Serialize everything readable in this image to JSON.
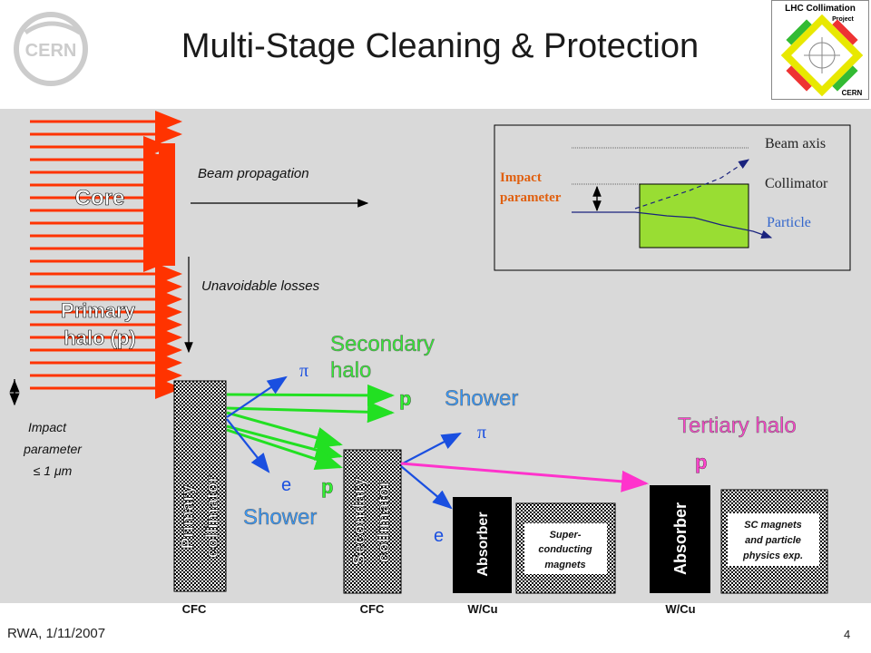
{
  "title": "Multi-Stage Cleaning & Protection",
  "footer": {
    "author_date": "RWA, 1/11/2007",
    "page_number": "4"
  },
  "logos": {
    "cern": "CERN",
    "lhc_line1": "LHC Collimation",
    "lhc_line2": "Project",
    "lhc_line3": "CERN"
  },
  "beam": {
    "core_label": "Core",
    "halo_label_line1": "Primary",
    "halo_label_line2": "halo (p)",
    "propagation_label": "Beam propagation",
    "losses_label": "Unavoidable losses",
    "impact_line1": "Impact",
    "impact_line2": "parameter",
    "impact_line3": "≤ 1 μm"
  },
  "inset": {
    "beam_axis": "Beam axis",
    "collimator": "Collimator",
    "particle": "Particle",
    "impact_line1": "Impact",
    "impact_line2": "parameter"
  },
  "labels": {
    "secondary_halo_line1": "Secondary",
    "secondary_halo_line2": "halo",
    "shower_1": "Shower",
    "shower_2": "Shower",
    "tertiary_halo": "Tertiary halo",
    "pi_1": "π",
    "pi_2": "π",
    "e_1": "e",
    "e_2": "e",
    "p_1": "p",
    "p_2": "p",
    "p_3": "p"
  },
  "components": {
    "primary_collimator_line1": "Primary",
    "primary_collimator_line2": "collimator",
    "primary_material": "CFC",
    "secondary_collimator_line1": "Secondary",
    "secondary_collimator_line2": "collimator",
    "secondary_material": "CFC",
    "absorber_1": "Absorber",
    "absorber_1_material": "W/Cu",
    "sc_magnets_line1": "Super-",
    "sc_magnets_line2": "conducting",
    "sc_magnets_line3": "magnets",
    "absorber_2": "Absorber",
    "absorber_2_material": "W/Cu",
    "sc_exp_line1": "SC magnets",
    "sc_exp_line2": "and particle",
    "sc_exp_line3": "physics exp."
  },
  "colors": {
    "beam_red": "#ff3300",
    "arrow_green": "#22e022",
    "arrow_blue": "#1a4fe0",
    "arrow_magenta": "#ff33cc",
    "label_green": "#33ee33",
    "label_blue": "#3399ff",
    "label_magenta": "#ff44cc",
    "impact_orange": "#e06010",
    "collimator_green": "#99dd33"
  }
}
